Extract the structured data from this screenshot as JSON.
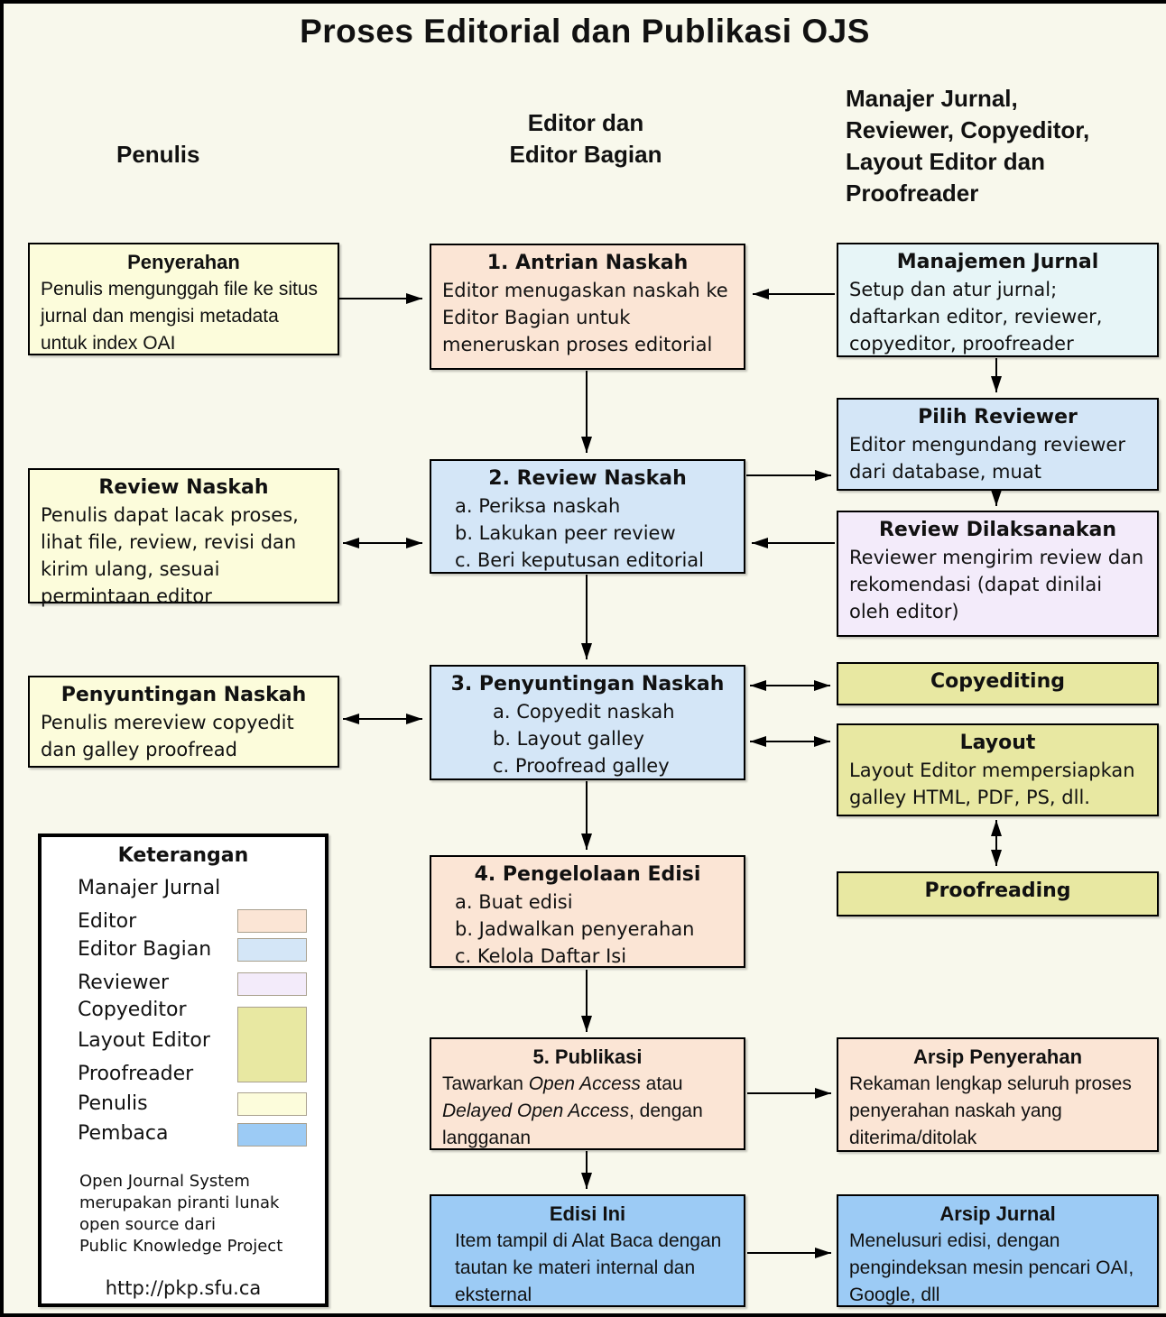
{
  "title": "Proses Editorial dan Publikasi OJS",
  "columns": {
    "penulis": "Penulis",
    "editor": "Editor dan\nEditor Bagian",
    "manajer": "Manajer Jurnal,\nReviewer, Copyeditor,\nLayout Editor dan\nProofreader"
  },
  "boxes": {
    "penyerahan": {
      "title": "Penyerahan",
      "body": "Penulis mengunggah file ke situs jurnal dan mengisi metadata untuk index OAI"
    },
    "review_naskah_penulis": {
      "title": "Review Naskah",
      "body": "Penulis dapat lacak proses, lihat file, review, revisi dan kirim ulang, sesuai permintaan editor"
    },
    "penyuntingan_naskah_penulis": {
      "title": "Penyuntingan Naskah",
      "body": "Penulis mereview copyedit dan galley proofread"
    },
    "antrian_naskah": {
      "title": "1. Antrian Naskah",
      "body": "Editor menugaskan naskah ke Editor Bagian untuk meneruskan proses editorial"
    },
    "review_naskah": {
      "title": "2. Review Naskah",
      "items": [
        "a. Periksa naskah",
        "b. Lakukan peer review",
        "c. Beri keputusan editorial"
      ]
    },
    "penyuntingan_naskah": {
      "title": "3. Penyuntingan Naskah",
      "items": [
        "a. Copyedit naskah",
        "b. Layout galley",
        "c. Proofread galley"
      ]
    },
    "pengelolaan_edisi": {
      "title": "4. Pengelolaan Edisi",
      "items": [
        "a. Buat edisi",
        "b. Jadwalkan penyerahan",
        "c. Kelola Daftar Isi"
      ]
    },
    "publikasi": {
      "title": "5. Publikasi",
      "body_parts": [
        "Tawarkan ",
        "Open Access",
        " atau ",
        "Delayed Open Access",
        ", dengan langganan"
      ]
    },
    "edisi_ini": {
      "title": "Edisi Ini",
      "body": "Item tampil di Alat Baca dengan tautan ke materi internal dan eksternal"
    },
    "manajemen_jurnal": {
      "title": "Manajemen Jurnal",
      "body": "Setup dan atur jurnal; daftarkan editor, reviewer, copyeditor, proofreader"
    },
    "pilih_reviewer": {
      "title": "Pilih Reviewer",
      "body": "Editor mengundang reviewer dari database, muat"
    },
    "review_dilaksanakan": {
      "title": "Review Dilaksanakan",
      "body": "Reviewer mengirim review dan rekomendasi (dapat dinilai oleh editor)"
    },
    "copyediting": {
      "title": "Copyediting"
    },
    "layout": {
      "title": "Layout",
      "body": "Layout Editor mempersiapkan galley HTML, PDF, PS, dll."
    },
    "proofreading": {
      "title": "Proofreading"
    },
    "arsip_penyerahan": {
      "title": "Arsip Penyerahan",
      "body": "Rekaman lengkap seluruh proses penyerahan naskah yang diterima/ditolak"
    },
    "arsip_jurnal": {
      "title": "Arsip Jurnal",
      "body": "Menelusuri edisi, dengan pengindeksan mesin pencari OAI, Google, dll"
    }
  },
  "legend": {
    "title": "Keterangan",
    "items": [
      {
        "label": "Manajer Jurnal",
        "swatch": null
      },
      {
        "label": "Editor",
        "swatch": "#FBE5D5"
      },
      {
        "label": "Editor Bagian",
        "swatch": "#D4E6F7"
      },
      {
        "label": "Reviewer",
        "swatch": "#F3EBFA"
      },
      {
        "label": "Copyeditor",
        "swatch": null
      },
      {
        "label": "Layout Editor",
        "swatch": null
      },
      {
        "label": "Proofreader",
        "swatch": null
      },
      {
        "label": "Penulis",
        "swatch": "#FCFCDB"
      },
      {
        "label": "Pembaca",
        "swatch": "#9CCBF5"
      }
    ],
    "footer": "Open Journal System\nmerupakan piranti lunak\nopen source dari\nPublic Knowledge Project",
    "url": "http://pkp.sfu.ca"
  },
  "colors": {
    "background": "#F8F8EC",
    "manajer_jurnal": "#E7F5F7",
    "editor": "#FBE5D5",
    "editor_bagian": "#D4E6F7",
    "reviewer": "#F3EBFA",
    "copyeditor_group": "#E8E8A2",
    "penulis": "#FCFCDB",
    "pembaca": "#9CCBF5",
    "legend_bg": "#FFFFFF",
    "line": "#000000"
  }
}
